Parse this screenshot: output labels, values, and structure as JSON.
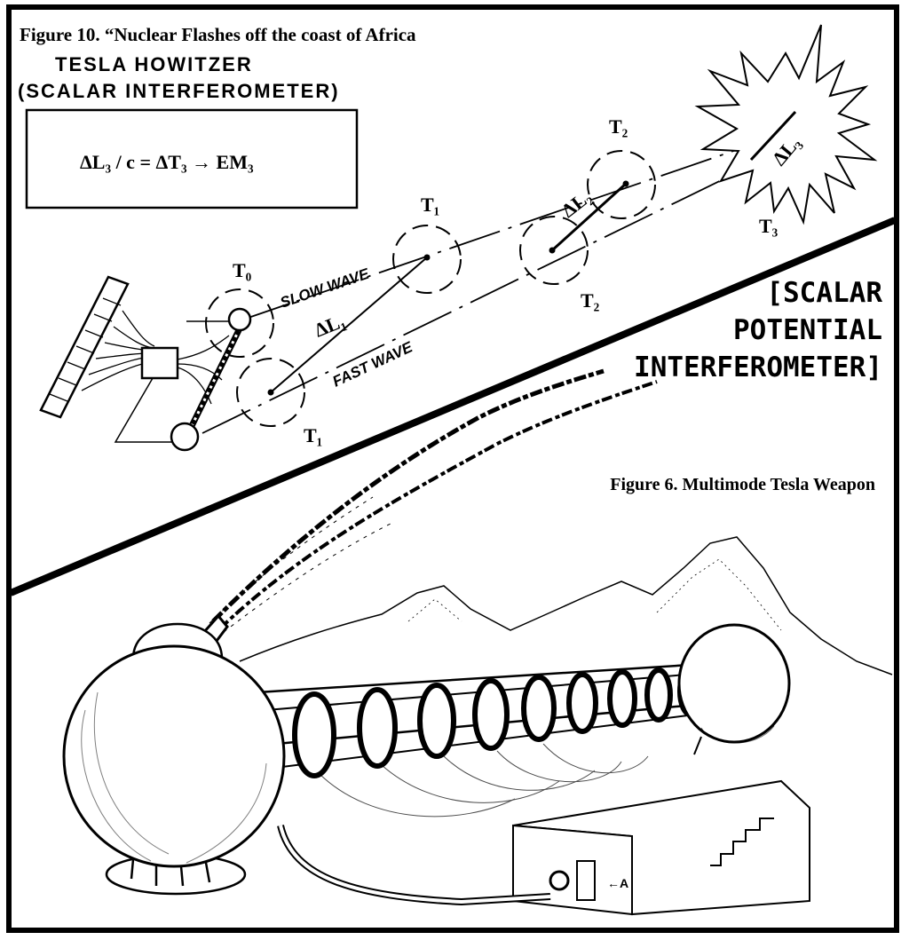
{
  "figure10": {
    "caption": "Figure 10. “Nuclear Flashes off the coast of Africa",
    "title_line1": "TESLA HOWITZER",
    "title_line2": "(SCALAR INTERFEROMETER)",
    "equation": "ΔL₃ / c = ΔT₃ → EM₃",
    "slow_wave_label": "SLOW WAVE",
    "fast_wave_label": "FAST WAVE",
    "time_labels": {
      "t0": "T₀",
      "t1_upper": "T₁",
      "t1_lower": "T₁",
      "t2_upper": "T₂",
      "t2_lower": "T₂",
      "t3": "T₃"
    },
    "delta_labels": {
      "dl1": "ΔL₁",
      "dl2": "ΔL₂",
      "dl3": "ΔL₃"
    }
  },
  "figure6": {
    "caption": "Figure 6. Multimode Tesla Weapon",
    "label_line1": "[SCALAR",
    "label_line2": "POTENTIAL",
    "label_line3": "INTERFEROMETER]",
    "door_arrow_label": "←A"
  }
}
